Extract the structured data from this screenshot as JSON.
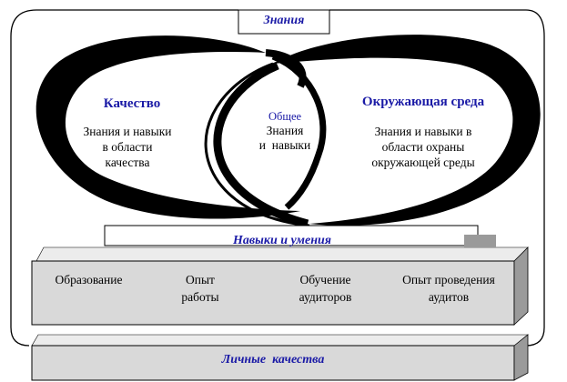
{
  "title": "Знания",
  "left_circle": {
    "heading": "Качество",
    "text": [
      "Знания и навыки",
      "в области",
      "качества"
    ]
  },
  "right_circle": {
    "heading": "Окружающая среда",
    "text": [
      "Знания и навыки в",
      "области охраны",
      "окружающей среды"
    ]
  },
  "overlap": {
    "heading": "Общее",
    "text": [
      "Знания",
      "и  навыки"
    ]
  },
  "skills_band": {
    "title": "Навыки и умения",
    "items": [
      {
        "lines": [
          "Образование"
        ]
      },
      {
        "lines": [
          "Опыт",
          "работы"
        ]
      },
      {
        "lines": [
          "Обучение",
          "аудиторов"
        ]
      },
      {
        "lines": [
          "Опыт проведения",
          "аудитов"
        ]
      }
    ]
  },
  "personal_band": {
    "title": "Личные  качества"
  },
  "colors": {
    "accent": "#1a1aa6",
    "ring": "#000000",
    "slab_front": "#d9d9d9",
    "slab_top": "#ececec",
    "slab_side": "#9a9a9a"
  }
}
